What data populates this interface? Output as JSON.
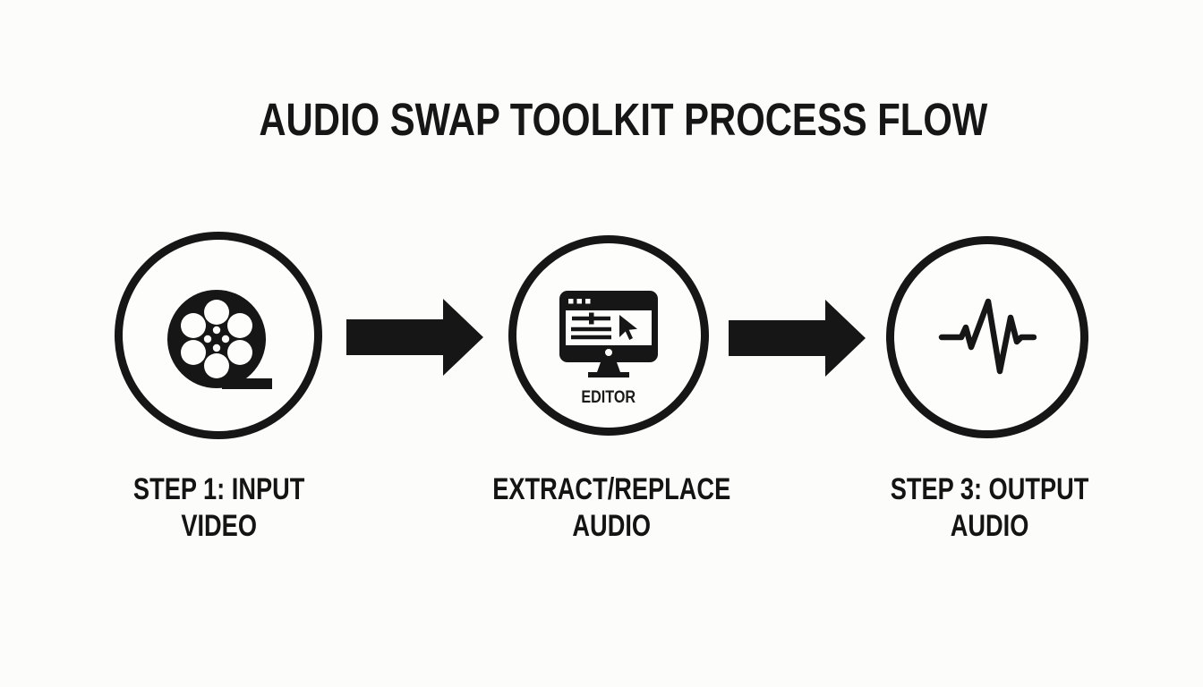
{
  "title": "AUDIO SWAP TOOLKIT PROCESS FLOW",
  "colors": {
    "background": "#fcfcfa",
    "ink": "#161616"
  },
  "steps": [
    {
      "id": "input-video",
      "icon": "film-reel-icon",
      "label_lines": [
        "STEP 1: INPUT",
        "VIDEO"
      ]
    },
    {
      "id": "extract-replace-audio",
      "icon": "editor-monitor-icon",
      "icon_caption": "EDITOR",
      "label_lines": [
        "EXTRACT/REPLACE",
        "AUDIO"
      ]
    },
    {
      "id": "output-audio",
      "icon": "audio-waveform-icon",
      "label_lines": [
        "STEP 3: OUTPUT",
        "AUDIO"
      ]
    }
  ],
  "connectors": [
    {
      "type": "arrow-right"
    },
    {
      "type": "arrow-right"
    }
  ]
}
